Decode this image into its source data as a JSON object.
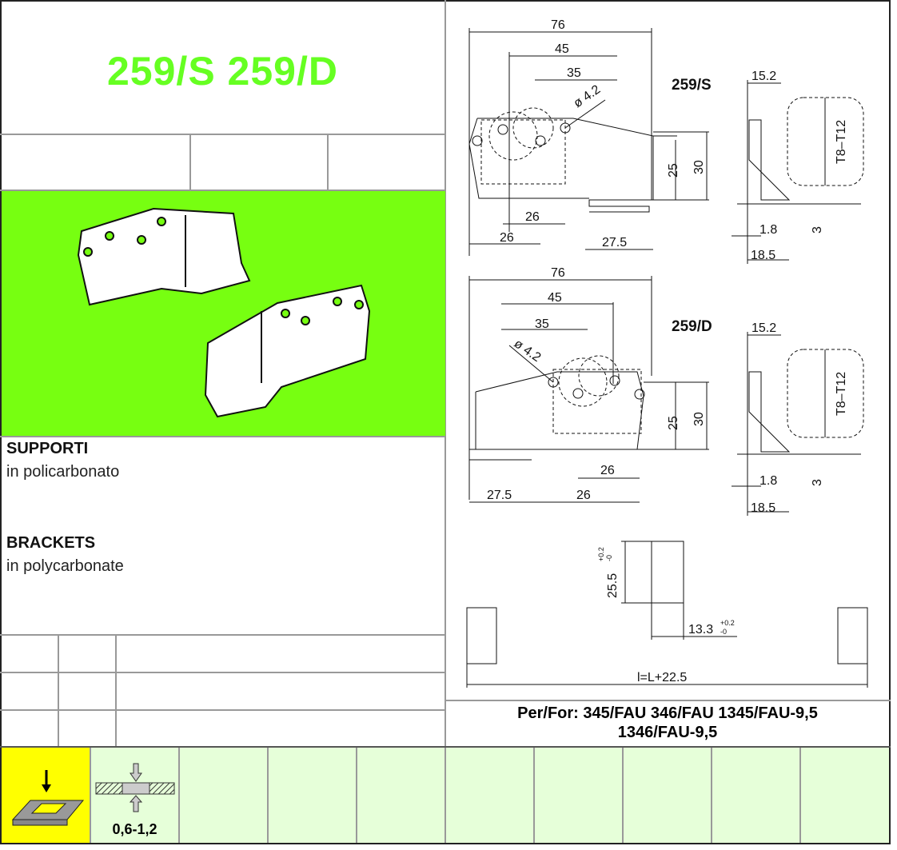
{
  "title": "259/S  259/D",
  "desc": {
    "it_heading": "SUPPORTI",
    "it_sub": "in policarbonato",
    "en_heading": "BRACKETS",
    "en_sub": "in polycarbonate"
  },
  "drawing_s": {
    "label": "259/S",
    "d76": "76",
    "d45": "45",
    "d35": "35",
    "hole": "ø 4.2",
    "d25": "25",
    "d30": "30",
    "d26a": "26",
    "d26b": "26",
    "d275": "27.5",
    "side152": "15.2",
    "t": "T8–T12",
    "d18": "1.8",
    "d185": "18.5",
    "d3": "3"
  },
  "drawing_d": {
    "label": "259/D",
    "d76": "76",
    "d45": "45",
    "d35": "35",
    "hole": "ø 4.2",
    "d25": "25",
    "d30": "30",
    "d26a": "26",
    "d26b": "26",
    "d275": "27.5",
    "side152": "15.2",
    "t": "T8–T12",
    "d18": "1.8",
    "d185": "18.5",
    "d3": "3"
  },
  "cutout": {
    "height": "25.5",
    "height_tol_up": "+0.2",
    "height_tol_dn": "-0",
    "width": "13.3",
    "width_tol_up": "+0.2",
    "width_tol_dn": "-0",
    "length": "l=L+22.5"
  },
  "per_for": {
    "line1": "Per/For: 345/FAU 346/FAU 1345/FAU-9,5",
    "line2": "1346/FAU-9,5"
  },
  "panel_thickness": "0,6-1,2",
  "colors": {
    "title": "#66ff22",
    "photo_bg": "#77ff11",
    "install_bg": "#ffff00",
    "footer_bg": "#e6ffd9"
  }
}
